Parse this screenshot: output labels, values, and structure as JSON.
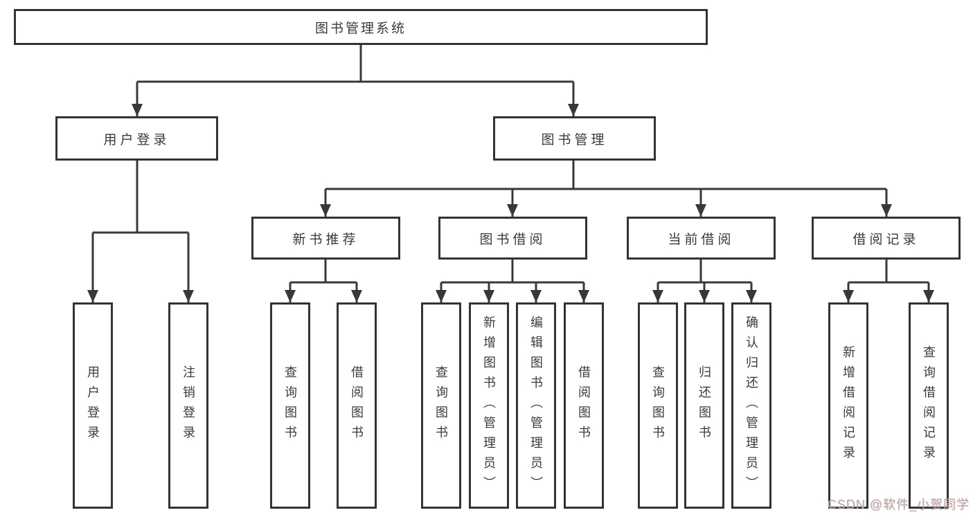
{
  "nodes": {
    "root": "图书管理系统",
    "l2": [
      "用户登录",
      "图书管理"
    ],
    "l3": [
      "新书推荐",
      "图书借阅",
      "当前借阅",
      "借阅记录"
    ],
    "leaves": {
      "userLogin": [
        "用户登录",
        "注销登录"
      ],
      "newBookRec": [
        "查询图书",
        "借阅图书"
      ],
      "bookBorrow": [
        "查询图书",
        "新增图书（管理员）",
        "编辑图书（管理员）",
        "借阅图书"
      ],
      "currentBorrow": [
        "查询图书",
        "归还图书",
        "确认归还（管理员）"
      ],
      "borrowRecords": [
        "新增借阅记录",
        "查询借阅记录"
      ]
    }
  },
  "watermark": "CSDN @软件_小贺同学",
  "colors": {
    "line": "#383838",
    "border": "#333333",
    "text": "#3a3a3a",
    "background": "#ffffff",
    "watermark": "#b5aaaa"
  }
}
